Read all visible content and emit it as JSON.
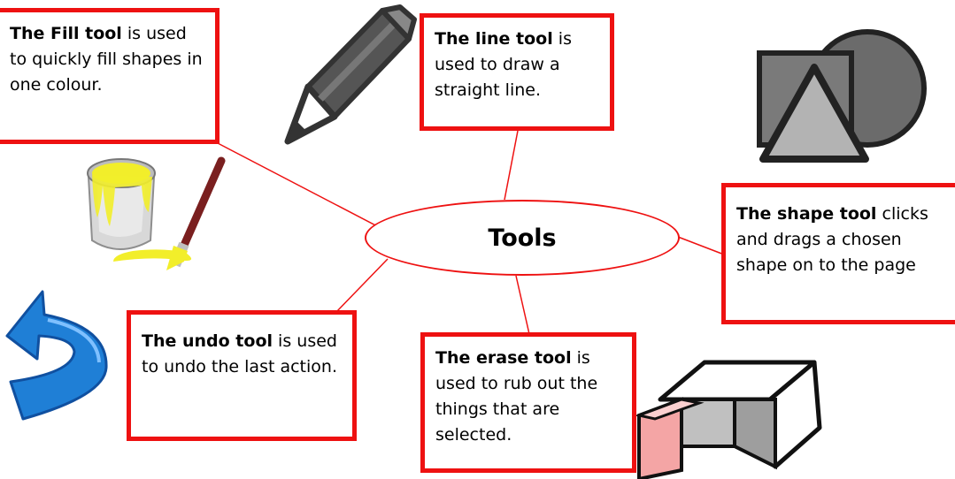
{
  "center": {
    "label": "Tools"
  },
  "boxes": {
    "fill": {
      "title": "The Fill tool",
      "text": " is used to quickly fill shapes in one colour."
    },
    "line": {
      "title": "The line tool",
      "text": " is used to draw a straight line."
    },
    "shape": {
      "title": "The shape tool",
      "text": " clicks and drags a chosen shape on to the page"
    },
    "undo": {
      "title": "The undo tool",
      "text": " is used to undo the last action."
    },
    "erase": {
      "title": "The erase tool",
      "text": " is used to rub out the things that are selected."
    }
  },
  "icons": [
    "pencil-icon",
    "shapes-icon",
    "paint-bucket-icon",
    "undo-arrow-icon",
    "eraser-icon"
  ],
  "colors": {
    "box_border": "#ee1111",
    "connector": "#ee1111",
    "paint": "#f2ee2a",
    "undo_arrow": "#1f7fd6",
    "eraser_tip": "#f7a3a3"
  }
}
